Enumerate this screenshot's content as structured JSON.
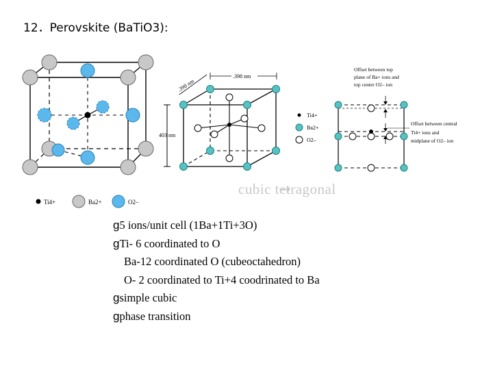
{
  "title": "12．Perovskite (BaTiO3):",
  "legend_left": {
    "ti": "Ti4+",
    "ba": "Ba2+",
    "o": "O2–"
  },
  "dims": {
    "top1": ".398 nm",
    "top2": ".398 nm",
    "side": "403 nm"
  },
  "legend_right": {
    "ti": "Ti4+",
    "ba": "Ba2+",
    "o": "O2–"
  },
  "annotations": {
    "offset_top_1": "Offset between top",
    "offset_top_2": "plane of Ba+ ions and",
    "offset_top_3": "top center O2– ion",
    "offset_mid_1": "Offset between central",
    "offset_mid_2": "Ti4+ ions and",
    "offset_mid_3": "midplane of O2– ion"
  },
  "transition_label": "cubic  tetragonal",
  "transition_arrow": "→",
  "bullets": [
    {
      "marker": "g",
      "text": "5 ions/unit cell (1Ba+1Ti+3O)"
    },
    {
      "marker": "g",
      "text": "Ti- 6 coordinated to O"
    },
    {
      "marker": "",
      "text": "Ba-12 coordinated O (cubeoctahedron)"
    },
    {
      "marker": "",
      "text": "O- 2 coordinated to Ti+4 coodrinated to Ba"
    },
    {
      "marker": "g",
      "text": "simple cubic"
    },
    {
      "marker": "g",
      "text": "phase transition"
    }
  ],
  "colors": {
    "ba_grey": "#c8c8c8",
    "o_blue": "#5bb8ec",
    "teal": "#56c2c2",
    "ti_black": "#000000"
  }
}
